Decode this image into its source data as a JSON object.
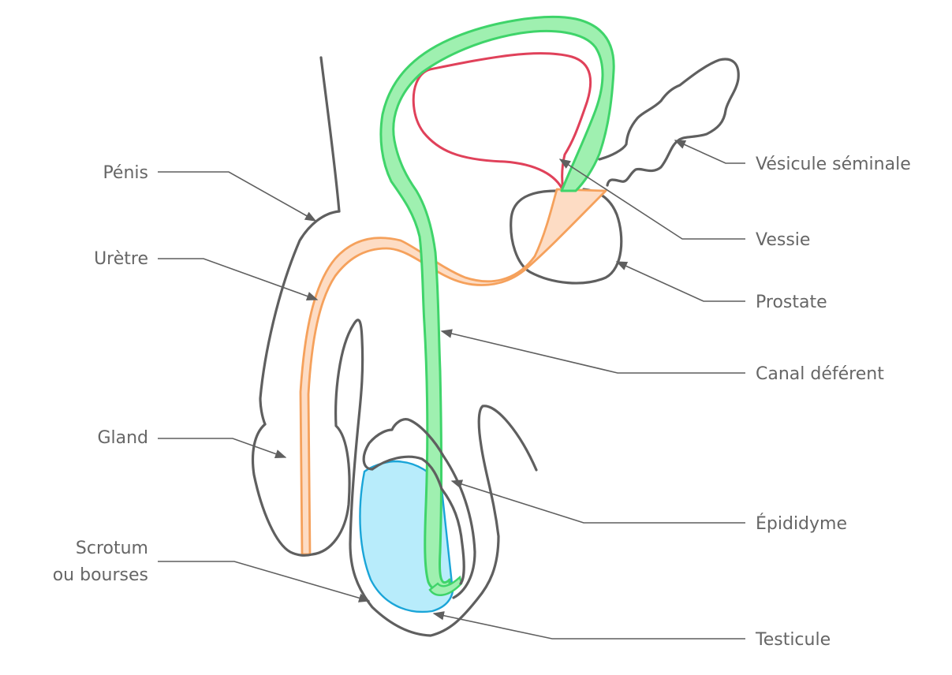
{
  "labels": {
    "penis": "Pénis",
    "uretre": "Urètre",
    "gland": "Gland",
    "scrotum_line1": "Scrotum",
    "scrotum_line2": "ou bourses",
    "vesicule": "Vésicule séminale",
    "vessie": "Vessie",
    "prostate": "Prostate",
    "canal": "Canal déférent",
    "epididyme": "Épididyme",
    "testicule": "Testicule"
  },
  "colors": {
    "outline": "#5f5f5f",
    "bladder": "#e0415a",
    "urethra_stroke": "#f5a15c",
    "urethra_fill": "#fddcc4",
    "vas_stroke": "#3fd46a",
    "vas_fill": "#9ff0b0",
    "testis_stroke": "#1aa5d8",
    "testis_fill": "#b8ecfb",
    "text": "#666666"
  }
}
